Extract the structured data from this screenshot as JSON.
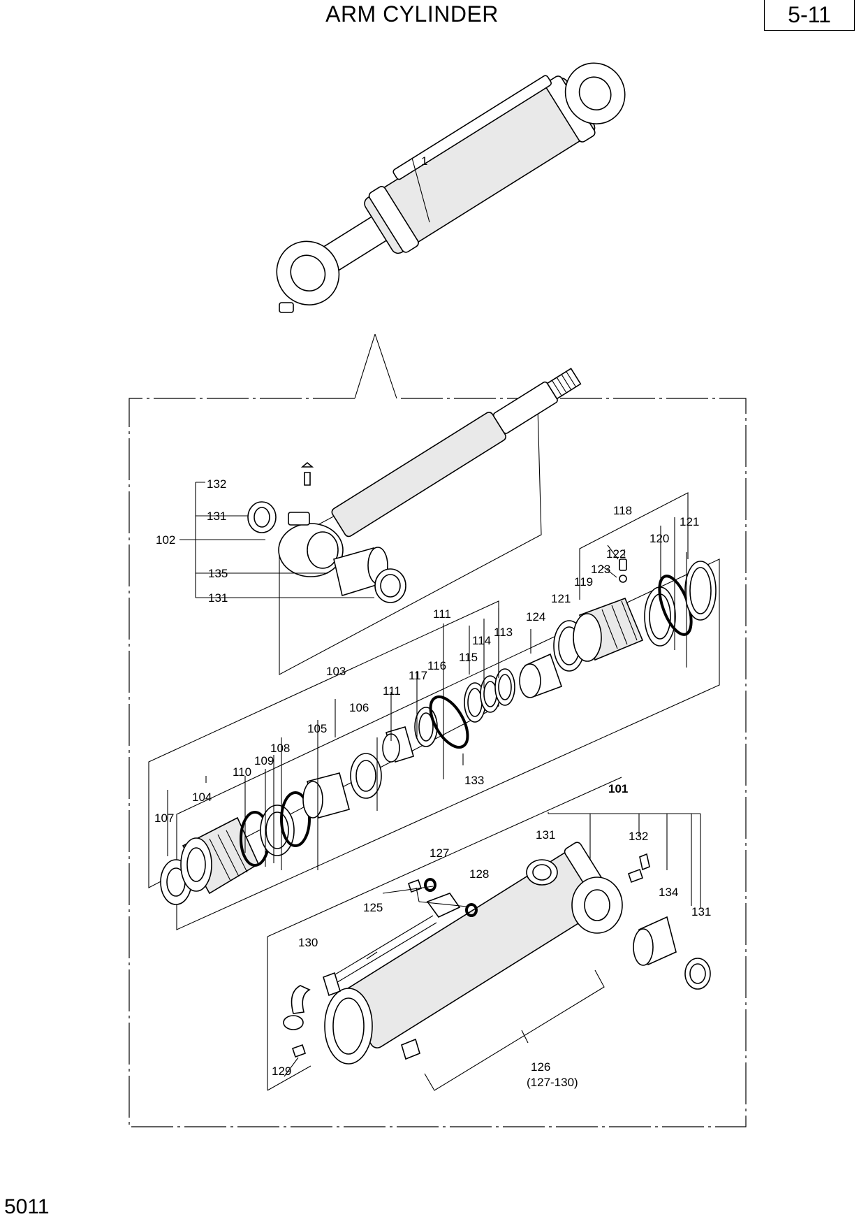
{
  "header": {
    "title": "ARM CYLINDER",
    "page": "5-11"
  },
  "footer": {
    "code": "5011"
  },
  "labels": {
    "l1": "1",
    "l101": "101",
    "l102": "102",
    "l103": "103",
    "l104": "104",
    "l105": "105",
    "l106": "106",
    "l107": "107",
    "l108": "108",
    "l109": "109",
    "l110": "110",
    "l111a": "111",
    "l111b": "111",
    "l113": "113",
    "l114": "114",
    "l115": "115",
    "l116": "116",
    "l117": "117",
    "l118": "118",
    "l119": "119",
    "l120": "120",
    "l121a": "121",
    "l121b": "121",
    "l122": "122",
    "l123": "123",
    "l124": "124",
    "l125": "125",
    "l126": "126",
    "l126sub": "(127-130)",
    "l127": "127",
    "l128": "128",
    "l129": "129",
    "l130": "130",
    "l131a": "131",
    "l131b": "131",
    "l131c": "131",
    "l131d": "131",
    "l132a": "132",
    "l132b": "132",
    "l133": "133",
    "l134": "134",
    "l135": "135"
  }
}
